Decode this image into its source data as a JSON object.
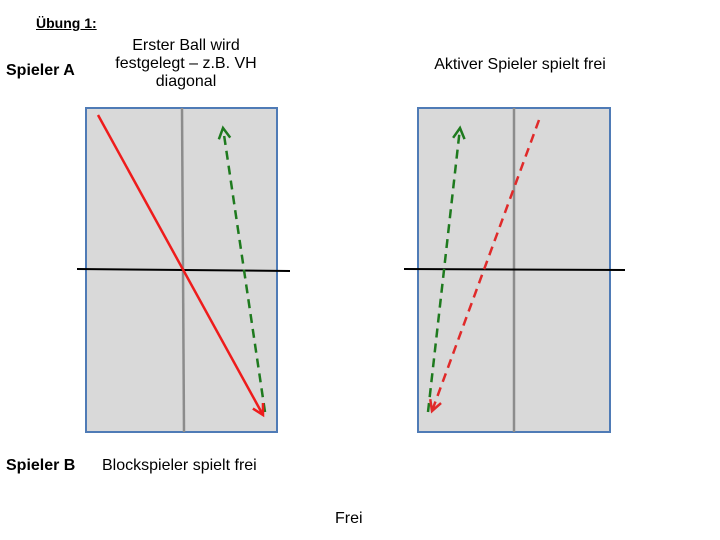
{
  "title": "Übung 1:",
  "player_a": "Spieler A",
  "player_b": "Spieler B",
  "caption_left": "Erster Ball wird festgelegt – z.B. VH diagonal",
  "caption_right": "Aktiver Spieler spielt frei",
  "caption_bottom": "Blockspieler spielt frei",
  "footer": "Frei",
  "colors": {
    "table_fill": "#d9d9d9",
    "table_border": "#4f7bb6",
    "center_line": "#8c8c8c",
    "net": "#000000",
    "fixed_ball": "#ee1c1c",
    "green_return": "#1e7a1e",
    "red_return": "#e02a2a"
  },
  "icons": {
    "solid_arrow": "solid-arrow-icon",
    "dashed_arrow": "dashed-arrow-icon"
  }
}
